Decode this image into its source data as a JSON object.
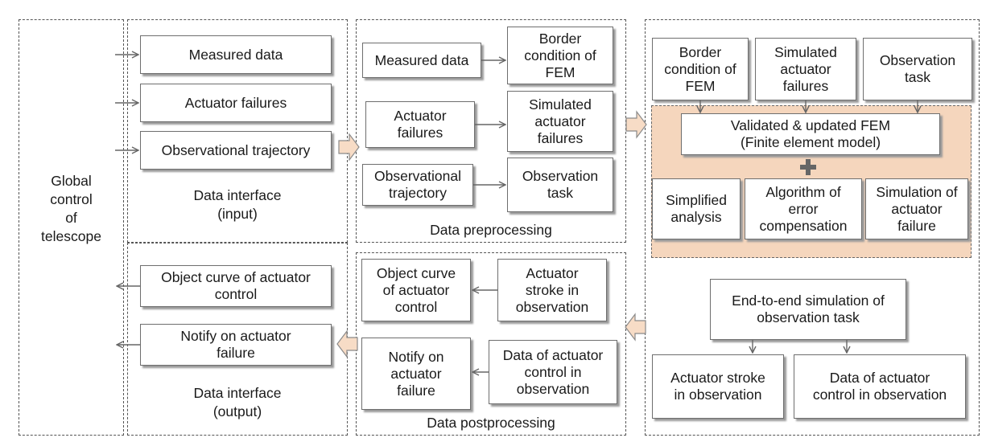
{
  "global": {
    "label": "Global\ncontrol\nof\ntelescope"
  },
  "interface_input": {
    "caption": "Data interface\n(input)",
    "boxes": [
      "Measured data",
      "Actuator failures",
      "Observational trajectory"
    ]
  },
  "interface_output": {
    "caption": "Data interface\n(output)",
    "boxes": [
      "Object curve of actuator\ncontrol",
      "Notify on actuator\nfailure"
    ]
  },
  "preprocessing": {
    "caption": "Data preprocessing",
    "left": [
      "Measured data",
      "Actuator\nfailures",
      "Observational\ntrajectory"
    ],
    "right": [
      "Border\ncondition of\nFEM",
      "Simulated\nactuator\nfailures",
      "Observation\ntask"
    ]
  },
  "postprocessing": {
    "caption": "Data postprocessing",
    "left": [
      "Object curve\nof actuator\ncontrol",
      "Notify on\nactuator\nfailure"
    ],
    "right": [
      "Actuator\nstroke in\nobservation",
      "Data of actuator\ncontrol in\nobservation"
    ]
  },
  "simulation": {
    "inputs": [
      "Border\ncondition of\nFEM",
      "Simulated\nactuator\nfailures",
      "Observation\ntask"
    ],
    "fem": "Validated & updated FEM\n(Finite element model)",
    "plus": "+",
    "modules": [
      "Simplified\nanalysis",
      "Algorithm of\nerror\ncompensation",
      "Simulation of\nactuator\nfailure"
    ],
    "e2e": "End-to-end simulation of\nobservation task",
    "outputs": [
      "Actuator stroke\nin observation",
      "Data of actuator\ncontrol in observation"
    ]
  },
  "colors": {
    "peach_fill": "#f5d6bd",
    "big_arrow_fill": "#f7dcc6",
    "plus": "#666666"
  }
}
